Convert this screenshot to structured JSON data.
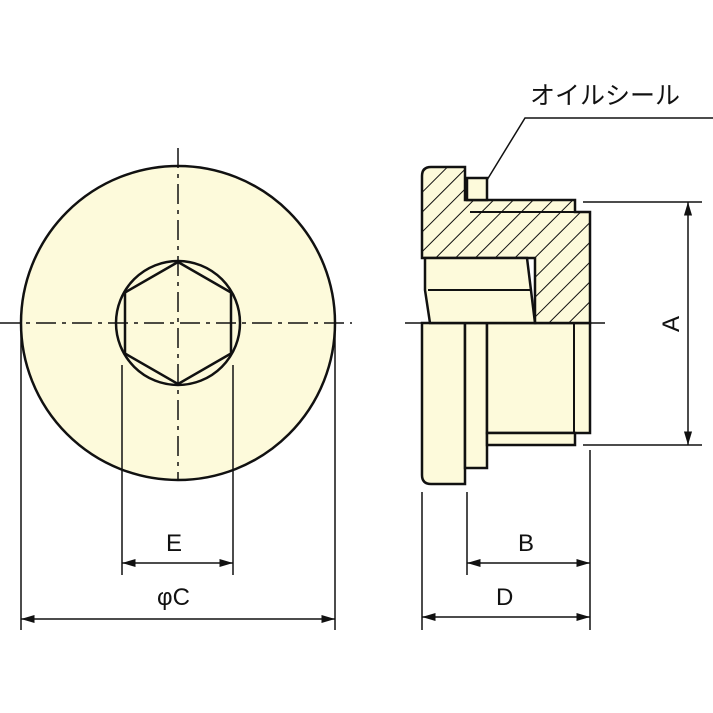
{
  "labels": {
    "oil_seal": "オイルシール",
    "dim_a": "A",
    "dim_b": "B",
    "dim_c": "φC",
    "dim_d": "D",
    "dim_e": "E"
  },
  "colors": {
    "part_fill": "#fdfadb",
    "line": "#111111"
  }
}
